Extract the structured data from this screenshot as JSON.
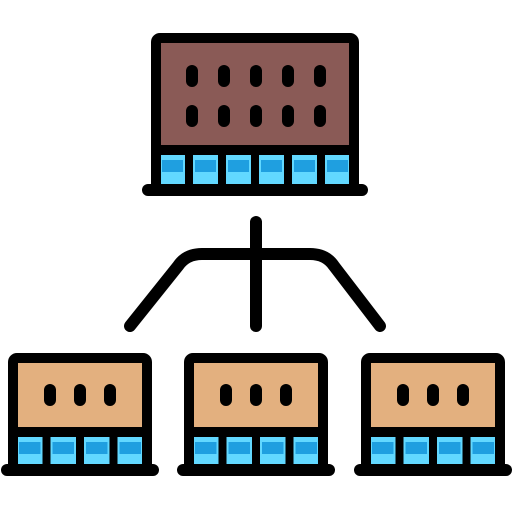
{
  "icon": {
    "name": "network-hierarchy-icon",
    "colors": {
      "outline": "#000000",
      "top_body": "#8a5a56",
      "top_body_dark": "#6a3e3a",
      "child_body": "#e3b07f",
      "port_light": "#62d8ff",
      "port_dark": "#1f9fe0",
      "background": "#ffffff"
    },
    "top_device": {
      "hole_rows": 2,
      "hole_cols": 5,
      "ports": 6
    },
    "child_devices": [
      {
        "id": "left",
        "holes": 3,
        "ports": 4
      },
      {
        "id": "center",
        "holes": 3,
        "ports": 4
      },
      {
        "id": "right",
        "holes": 3,
        "ports": 4
      }
    ]
  }
}
